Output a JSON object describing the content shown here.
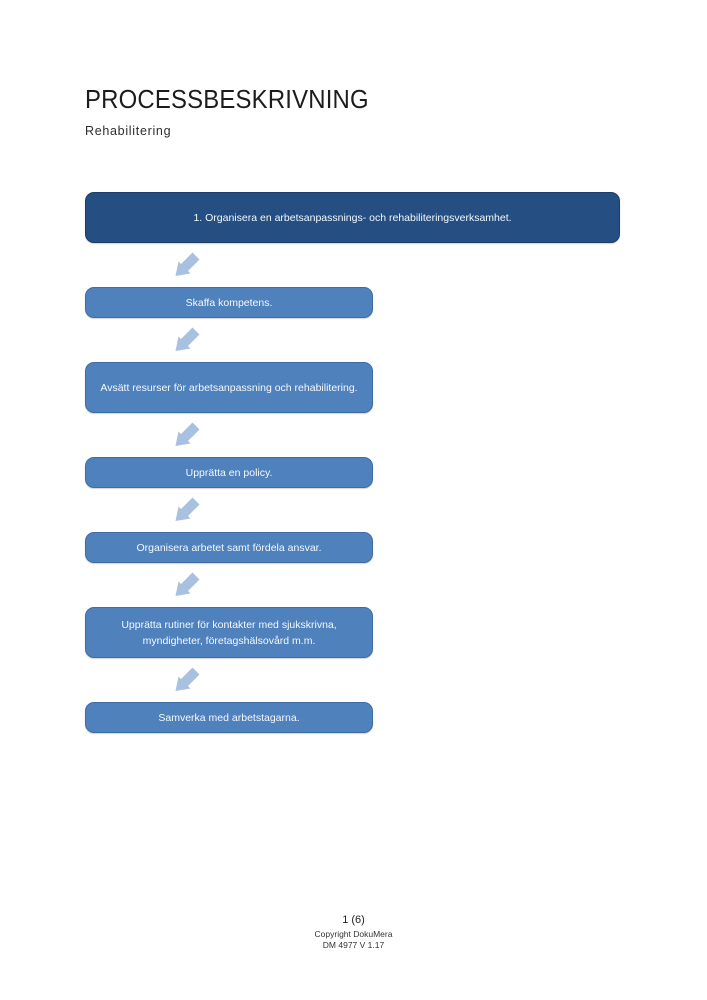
{
  "page": {
    "title": "PROCESSBESKRIVNING",
    "subtitle": "Rehabilitering"
  },
  "flowchart": {
    "steps": [
      {
        "label": "1. Organisera en arbetsanpassnings- och rehabiliteringsverksamhet.",
        "variant": "dark"
      },
      {
        "label": "Skaffa kompetens.",
        "variant": "medium"
      },
      {
        "label": "Avsätt resurser för arbetsanpassning och rehabilitering.",
        "variant": "medium"
      },
      {
        "label": "Upprätta en policy.",
        "variant": "medium"
      },
      {
        "label": "Organisera arbetet samt fördela ansvar.",
        "variant": "medium"
      },
      {
        "label": "Upprätta rutiner för kontakter med sjukskrivna, myndigheter, företagshälsovård m.m.",
        "variant": "medium"
      },
      {
        "label": "Samverka med arbetstagarna.",
        "variant": "medium"
      }
    ],
    "connector_icon": "arrow-down-left-icon"
  },
  "footer": {
    "page_number": "1 (6)",
    "copyright": "Copyright DokuMera",
    "doc_id": "DM 4977 V 1.17"
  },
  "colors": {
    "dark_box": "#254E82",
    "medium_box": "#4F81BD",
    "arrow": "#A8C1E0",
    "box_text": "#F4F8FC"
  }
}
